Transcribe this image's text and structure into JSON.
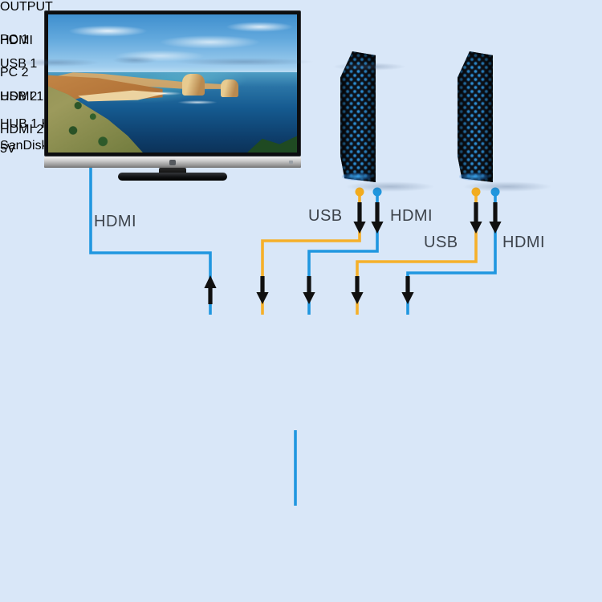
{
  "page": {
    "background": "#d9e7f8"
  },
  "colors": {
    "hdmi_cable": "#2097e0",
    "usb_cable": "#f5b02a",
    "arrow": "#101010",
    "highlight_border": "#1f9ce6"
  },
  "connection_labels": {
    "monitor_hdmi": "HDMI",
    "pc1_usb": "USB",
    "pc1_hdmi": "HDMI",
    "pc2_usb": "USB",
    "pc2_hdmi": "HDMI"
  },
  "kvm_switch": {
    "output_group_title": "OUTPUT",
    "output_port_label": "HDMI",
    "pc1_group_title": "PC 1",
    "pc1_usb_port_label": "USB 1",
    "pc1_hdmi_port_label": "HDMI 1",
    "pc2_group_title": "PC 2",
    "pc2_usb_port_label": "USB 2",
    "pc2_hdmi_port_label": "HDMI 2"
  },
  "usb_hub": {
    "port1_label": "HUB 1",
    "port2_label": "HUB 2",
    "power_port_label": "5V",
    "icons": {
      "port3": "keyboard-icon",
      "port4": "mouse-icon"
    }
  },
  "peripherals": {
    "flash_drive_brand": "SanDisk"
  }
}
